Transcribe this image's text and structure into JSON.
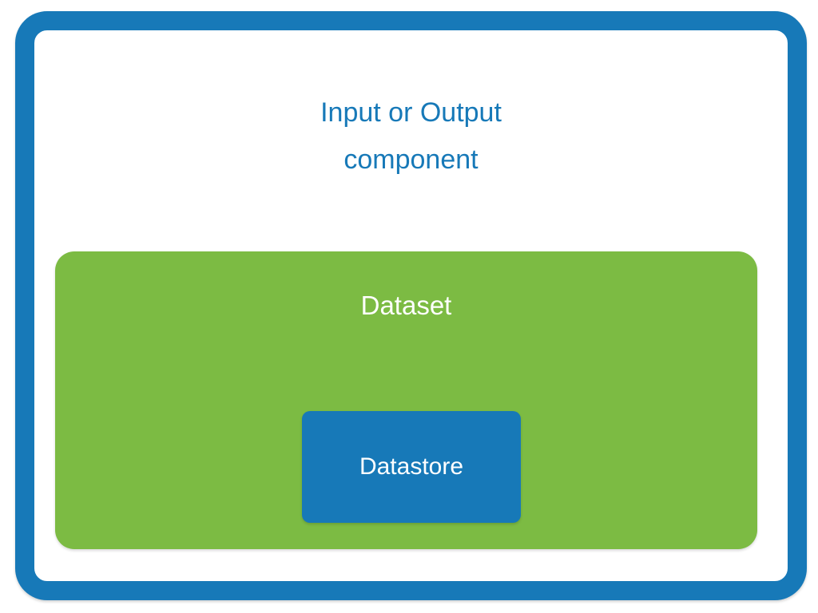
{
  "colors": {
    "accent_blue": "#1779b8",
    "accent_green": "#7cbb43",
    "label_on_fill": "#ffffff",
    "canvas_background": "#ffffff"
  },
  "nodes": {
    "component": {
      "title_line1": "Input or Output",
      "title_line2": "component"
    },
    "dataset": {
      "label": "Dataset"
    },
    "datastore": {
      "label": "Datastore"
    }
  }
}
